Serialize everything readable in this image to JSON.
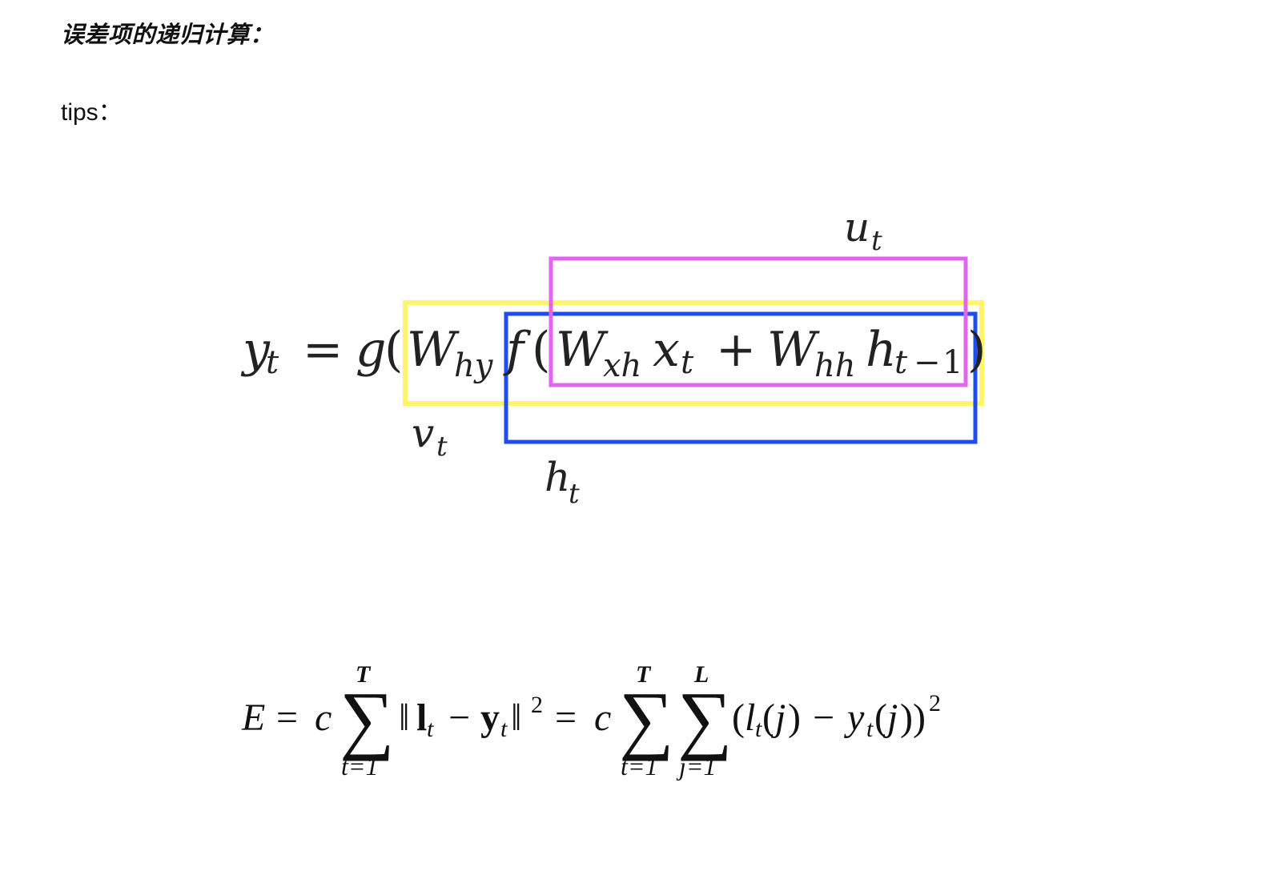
{
  "heading": "误差项的递归计算：",
  "tips_label": "tips：",
  "figure": {
    "box_colors": {
      "u": "#e066f0",
      "v": "#fff566",
      "h": "#1f4cf0"
    },
    "label_u": "u",
    "label_v": "v",
    "label_h": "h",
    "label_sub": "t"
  },
  "loss_formula": {
    "E": "E",
    "c": "c",
    "T": "T",
    "L": "L",
    "t1": "t=1",
    "j1": "j=1"
  }
}
